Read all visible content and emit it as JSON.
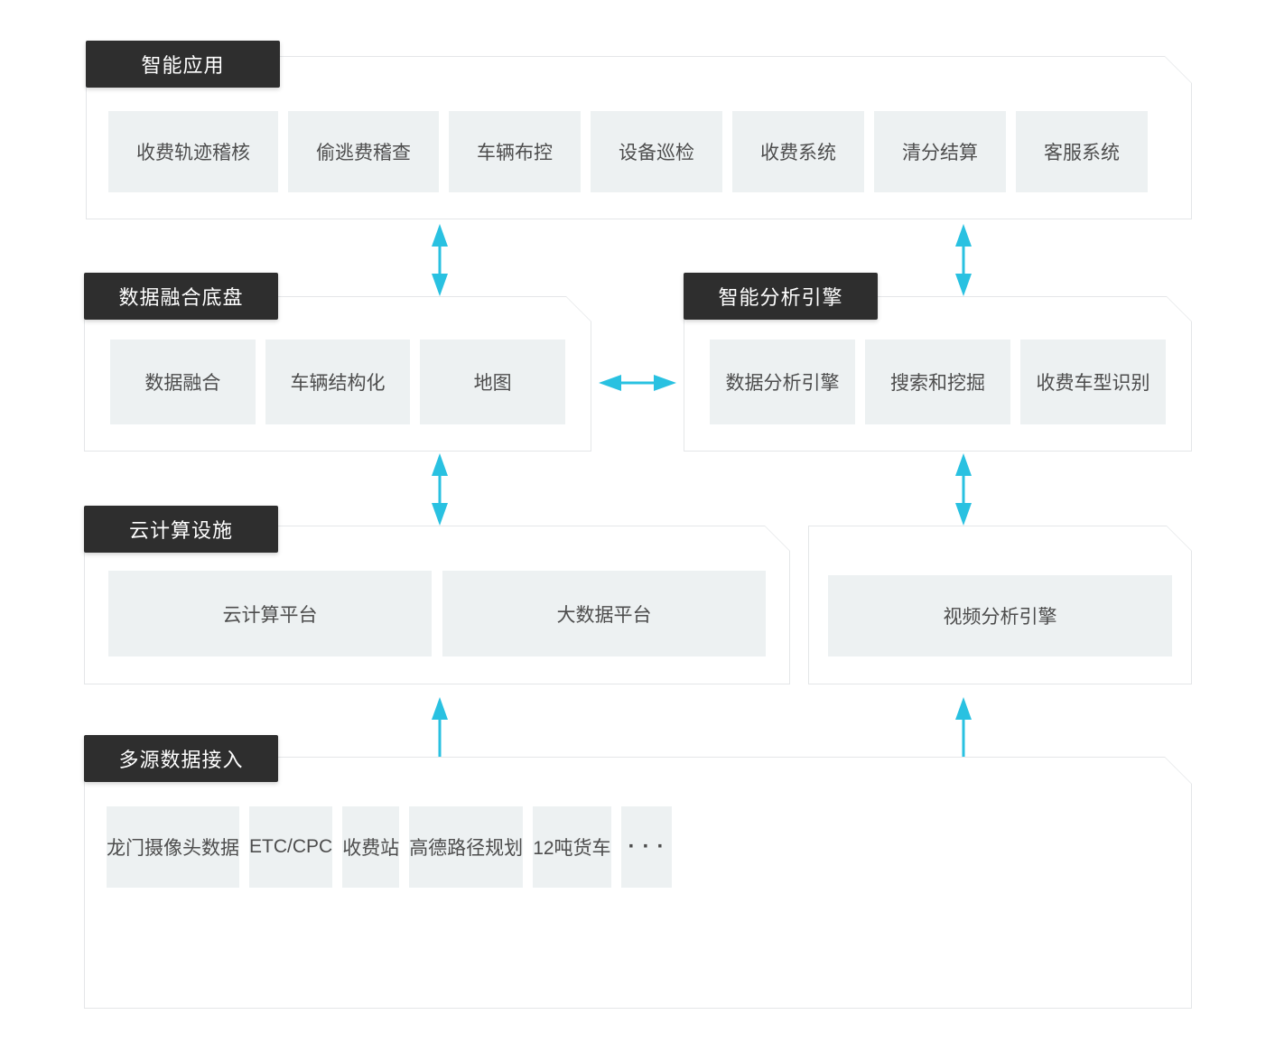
{
  "colors": {
    "accent": "#29c1e1",
    "label_bg": "#2e2e2e",
    "label_text": "#ffffff",
    "box_bg": "#edf1f2",
    "panel_border": "#e4e6e8",
    "text": "#4d4d4d"
  },
  "sections": {
    "apps": {
      "label": "智能应用",
      "items": [
        "收费轨迹稽核",
        "偷逃费稽查",
        "车辆布控",
        "设备巡检",
        "收费系统",
        "清分结算",
        "客服系统"
      ]
    },
    "fusion": {
      "label": "数据融合底盘",
      "items": [
        "数据融合",
        "车辆结构化",
        "地图"
      ]
    },
    "analysis": {
      "label": "智能分析引擎",
      "items": [
        "数据分析引擎",
        "搜索和挖掘",
        "收费车型识别"
      ]
    },
    "cloud": {
      "label": "云计算设施",
      "items": [
        "云计算平台",
        "大数据平台"
      ]
    },
    "video": {
      "items": [
        "视频分析引擎"
      ]
    },
    "datasources": {
      "label": "多源数据接入",
      "items": [
        "龙门摄像头数据",
        "ETC/CPC",
        "收费站",
        "高德路径规划",
        "12吨货车",
        "···"
      ]
    }
  }
}
